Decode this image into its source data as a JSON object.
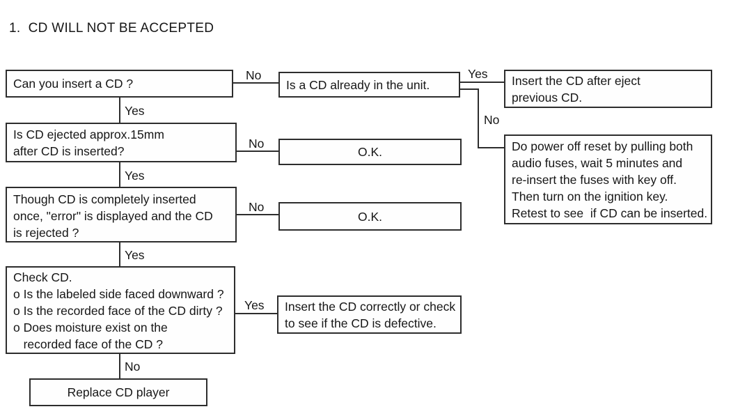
{
  "title": "1.  CD WILL NOT BE ACCEPTED",
  "colors": {
    "background": "#ffffff",
    "line": "#2d2d2d",
    "text": "#161616"
  },
  "nodes": {
    "can_insert": "Can you insert a CD ?",
    "already_in_unit": "Is a CD already in the unit.",
    "insert_after_eject": "Insert the CD after eject\nprevious CD.",
    "ejected_15mm": "Is CD ejected approx.15mm\nafter CD is inserted?",
    "ok_1": "O.K.",
    "power_off_reset": "Do power off reset by pulling both\naudio fuses, wait 5 minutes and\nre-insert the fuses with key off.\nThen turn on the ignition key.\nRetest to see  if CD can be inserted.",
    "error_displayed": "Though CD is completely inserted\nonce, \"error\" is displayed and the CD\nis rejected ?",
    "ok_2": "O.K.",
    "check_cd": "Check CD.\no Is the labeled side faced downward ?\no Is the recorded face of the CD dirty ?\no Does moisture exist on the\n   recorded face of the CD ?",
    "insert_correctly": "Insert the CD correctly or check\nto see if the CD is defective.",
    "replace_player": "Replace CD player"
  },
  "edge_labels": {
    "can_insert_no": "No",
    "can_insert_yes": "Yes",
    "already_yes": "Yes",
    "already_no": "No",
    "ejected_no": "No",
    "ejected_yes": "Yes",
    "error_no": "No",
    "error_yes": "Yes",
    "check_yes": "Yes",
    "check_no": "No"
  }
}
